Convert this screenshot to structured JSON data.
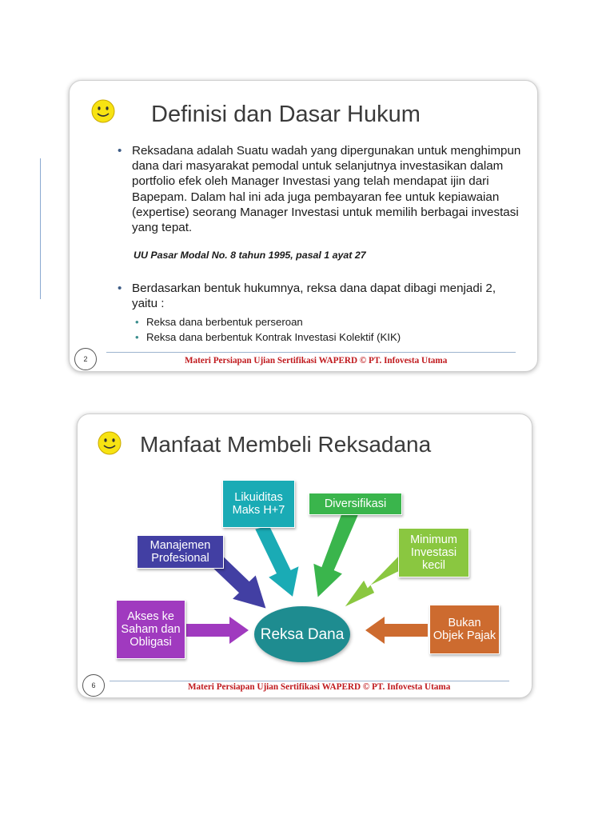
{
  "slide1": {
    "title": "Definisi dan Dasar Hukum",
    "paragraph": "Reksadana adalah Suatu wadah yang dipergunakan untuk menghimpun dana dari masyarakat pemodal untuk selanjutnya investasikan dalam portfolio efek oleh Manager Investasi yang telah mendapat ijin dari Bapepam. Dalam hal ini ada juga pembayaran fee untuk kepiawaian (expertise) seorang Manager Investasi untuk memilih berbagai investasi yang tepat.",
    "citation": "UU Pasar Modal No. 8 tahun 1995, pasal 1 ayat 27",
    "paragraph2": "Berdasarkan bentuk hukumnya, reksa dana dapat dibagi menjadi 2, yaitu :",
    "subitems": [
      "Reksa dana berbentuk perseroan",
      "Reksa dana berbentuk Kontrak Investasi Kolektif (KIK)"
    ],
    "page_number": "2",
    "footer": "Materi Persiapan Ujian Sertifikasi WAPERD © PT. Infovesta Utama"
  },
  "slide2": {
    "title": "Manfaat Membeli Reksadana",
    "center": "Reksa Dana",
    "nodes": {
      "likuiditas": "Likuiditas Maks H+7",
      "diversifikasi": "Diversifikasi",
      "manajemen": "Manajemen Profesional",
      "minimum": "Minimum Investasi kecil",
      "akses": "Akses ke Saham dan Obligasi",
      "bukan": "Bukan Objek Pajak"
    },
    "colors": {
      "likuiditas": "#1aabb5",
      "diversifikasi": "#3ab54c",
      "manajemen": "#423fa3",
      "minimum": "#8ac740",
      "akses": "#a03abf",
      "bukan": "#cd6b2f",
      "center": "#1e8c90"
    },
    "page_number": "6",
    "footer": "Materi Persiapan Ujian Sertifikasi WAPERD © PT. Infovesta Utama"
  }
}
